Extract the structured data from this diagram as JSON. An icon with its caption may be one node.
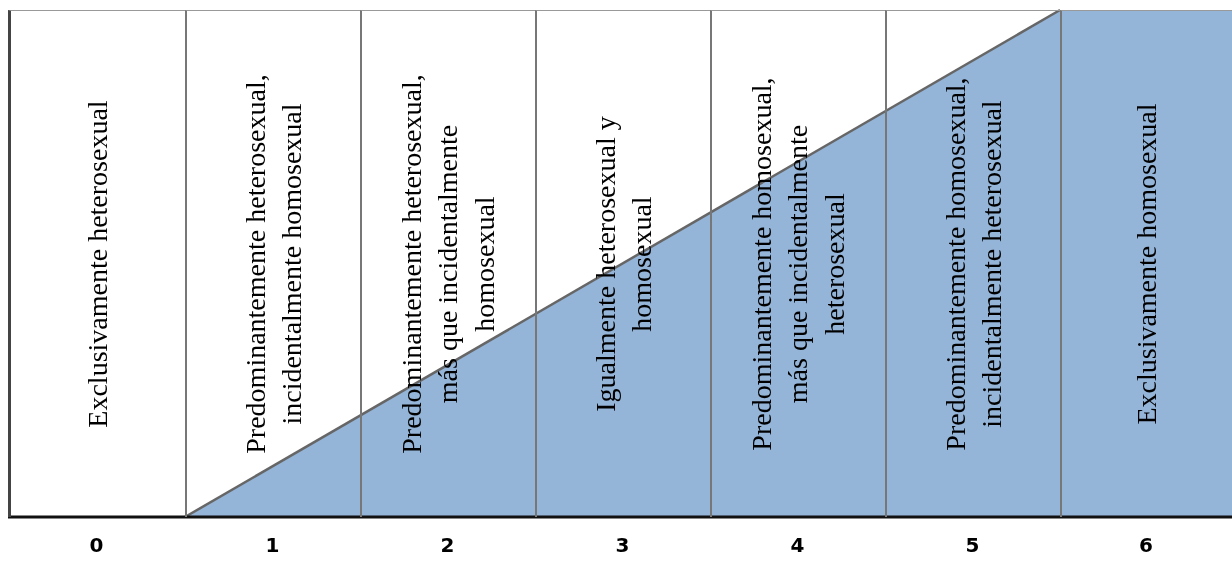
{
  "diagram": {
    "nodes": [
      {
        "text": [
          "Exclusivamente heterosexual"
        ]
      },
      {
        "text": [
          "Predominantemente heterosexual, incidentalmente homosexual"
        ]
      },
      {
        "text": [
          "Predominantemente heterosexual, más que incidentalmente homosexual"
        ]
      },
      {
        "text": [
          "Igualmente heterosexual y homosexual"
        ]
      },
      {
        "text": [
          "Predominantemente homosexual, más que incidentalmente heterosexual"
        ]
      },
      {
        "text": [
          "Predominantemente homosexual, incidentalmente heterosexual"
        ]
      },
      {
        "text": [
          "Exclusivamente homosexual"
        ]
      }
    ],
    "labels": [
      "0",
      "1",
      "2",
      "3",
      "4",
      "5",
      "6"
    ]
  }
}
